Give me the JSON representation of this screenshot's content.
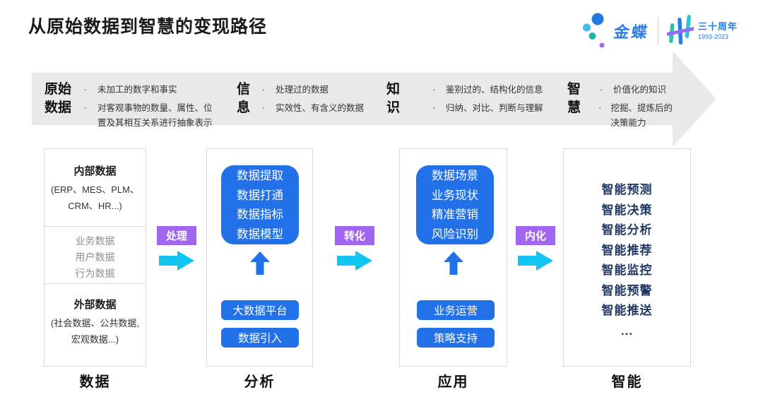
{
  "title": "从原始数据到智慧的变现路径",
  "logo": {
    "brand": "金蝶",
    "anniversary_label": "三十周年",
    "anniversary_years": "1993-2023"
  },
  "banner": {
    "bullet": "·",
    "stages": [
      {
        "term": "原始\n数据",
        "points": [
          "未加工的数字和事实",
          "对客观事物的数量、属性、位置及其相互关系进行抽象表示"
        ]
      },
      {
        "term": "信\n息",
        "points": [
          "处理过的数据",
          "实效性、有含义的数据"
        ]
      },
      {
        "term": "知\n识",
        "points": [
          "鉴别过的、结构化的信息",
          "归纳、对比、判断与理解"
        ]
      },
      {
        "term": "智\n慧",
        "points": [
          "价值化的知识",
          "挖掘、提炼后的决策能力"
        ]
      }
    ]
  },
  "connectors": [
    {
      "label": "处理"
    },
    {
      "label": "转化"
    },
    {
      "label": "内化"
    }
  ],
  "columns": {
    "data": {
      "label": "数据",
      "internal_title": "内部数据",
      "internal_desc": "(ERP、MES、PLM、\nCRM、HR...)",
      "middle_items": [
        "业务数据",
        "用户数据",
        "行为数据"
      ],
      "external_title": "外部数据",
      "external_desc": "(社会数据、公共数据,\n宏观数据...)"
    },
    "analysis": {
      "label": "分析",
      "box_text": "数据提取\n数据打通\n数据指标\n数据模型",
      "buttons": [
        "大数据平台",
        "数据引入"
      ]
    },
    "application": {
      "label": "应用",
      "box_text": "数据场景\n业务现状\n精准营销\n风险识别",
      "buttons": [
        "业务运营",
        "策略支持"
      ]
    },
    "intelligence": {
      "label": "智能",
      "items": [
        "智能预测",
        "智能决策",
        "智能分析",
        "智能推荐",
        "智能监控",
        "智能预警",
        "智能推送",
        "..."
      ]
    }
  },
  "colors": {
    "primary_blue": "#2271E8",
    "cyan_arrow": "#12C4F2",
    "purple_badge": "#A066F2",
    "navy_text": "#1F3864",
    "banner_gray": "#E9E9E9",
    "brand_blue": "#2A7DE1"
  }
}
